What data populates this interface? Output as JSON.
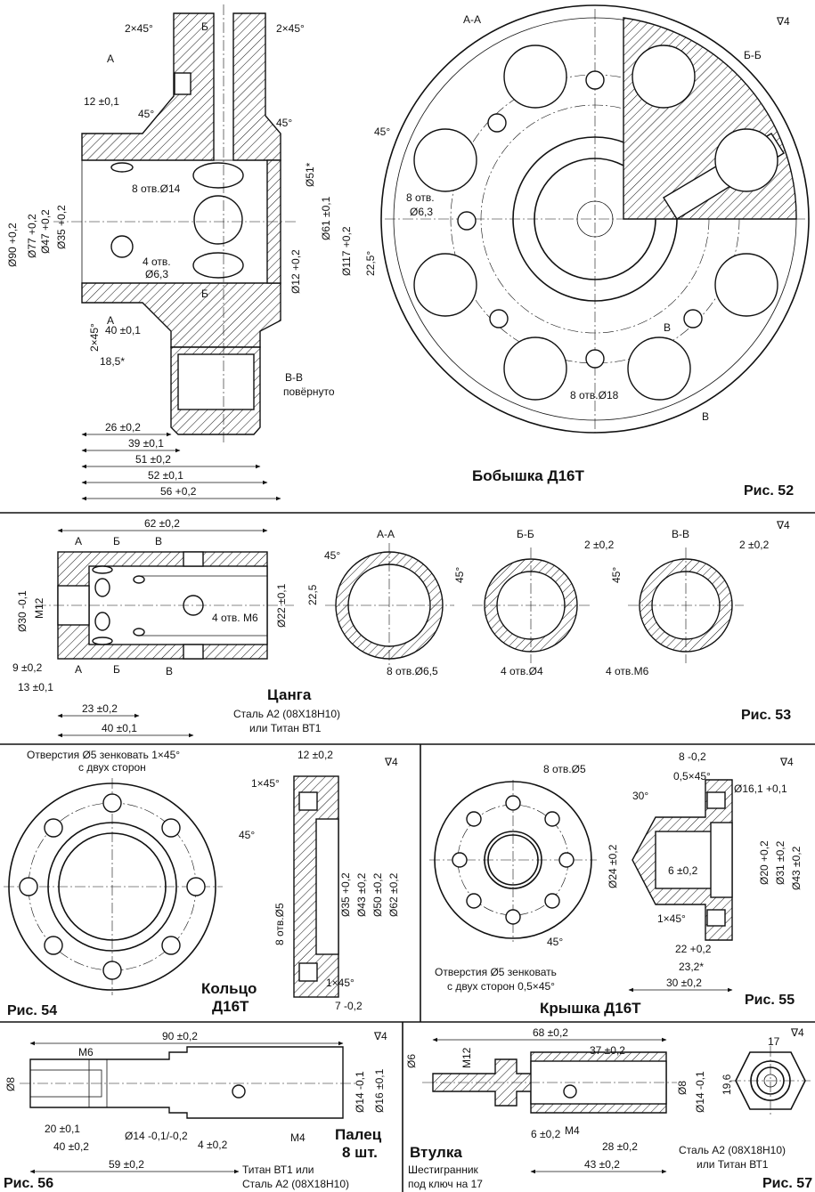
{
  "roughness": "∇4",
  "fig52": {
    "caption": "Рис. 52",
    "title": "Бобышка  Д16Т",
    "dims": {
      "d90": "Ø90 +0,2",
      "d77": "Ø77 +0,2",
      "d47": "Ø47 +0,2",
      "d35": "Ø35 +0,2",
      "d51": "Ø51*",
      "d61": "Ø61 ±0,1",
      "d12": "Ø12 +0,2",
      "d117": "Ø117 +0,2",
      "c1": "2×45°",
      "c2": "2×45°",
      "c3": "2×45°",
      "a45a": "45°",
      "a45b": "45°",
      "l12": "12 ±0,1",
      "l18": "18,5*",
      "l40": "40 ±0,1",
      "l26": "26 ±0,2",
      "l39": "39 ±0,1",
      "l51": "51 ±0,2",
      "l52": "52 ±0,1",
      "l56": "56 +0,2",
      "h8": "8 отв.Ø14",
      "h4a": "4 отв.",
      "h4b": "Ø6,3",
      "h8r1": "8 отв.",
      "h8r2": "Ø6,3",
      "h18": "8 отв.Ø18",
      "ang45": "45°",
      "ang22": "22,5°"
    },
    "sec": {
      "A": "А",
      "B": "Б",
      "V": "В",
      "AA": "А-А",
      "BB": "Б-Б",
      "VV": "В-В",
      "rot": "повёрнуто"
    }
  },
  "fig53": {
    "caption": "Рис. 53",
    "title": "Цанга",
    "material1": "Сталь А2 (08Х18Н10)",
    "material2": "или Титан ВТ1",
    "dims": {
      "l62": "62 ±0,2",
      "d30": "Ø30 -0,1",
      "m12": "М12",
      "d22": "Ø22 ±0,1",
      "h4m6": "4 отв. М6",
      "l9": "9 ±0,2",
      "l13": "13 ±0,1",
      "l23": "23 ±0,2",
      "l40": "40 ±0,1",
      "a45": "45°",
      "a22": "22,5",
      "h8": "8 отв.Ø6,5",
      "h4": "4 отв.Ø4",
      "h4m": "4 отв.М6",
      "s2a": "2 ±0,2",
      "s2b": "2 ±0,2",
      "a45b": "45°",
      "a45c": "45°"
    },
    "sec": {
      "A": "А",
      "B": "Б",
      "V": "В",
      "AA": "А-А",
      "BB": "Б-Б",
      "VV": "В-В"
    }
  },
  "fig54": {
    "caption": "Рис. 54",
    "title1": "Кольцо",
    "title2": "Д16Т",
    "note1": "Отверстия Ø5 зенковать 1×45°",
    "note2": "с двух сторон",
    "dims": {
      "a45": "45°",
      "l12": "12 ±0,2",
      "c1": "1×45°",
      "c2": "1×45°",
      "d35": "Ø35 +0,2",
      "d43": "Ø43 ±0,2",
      "d50": "Ø50 ±0,2",
      "d62": "Ø62 ±0,2",
      "h8": "8 отв.Ø5",
      "l7": "7 -0,2"
    }
  },
  "fig55": {
    "caption": "Рис. 55",
    "title": "Крышка  Д16Т",
    "note1": "Отверстия Ø5 зенковать",
    "note2": "с двух сторон  0,5×45°",
    "dims": {
      "h8": "8 отв.Ø5",
      "a45": "45°",
      "l8": "8 -0,2",
      "c05": "0,5×45°",
      "a30": "30°",
      "d16": "Ø16,1 +0,1",
      "d24": "Ø24 ±0,2",
      "d20": "Ø20 +0,2",
      "d31": "Ø31 ±0,2",
      "d43": "Ø43 ±0,2",
      "l6": "6 ±0,2",
      "c1": "1×45°",
      "l22": "22 +0,2",
      "l23": "23,2*",
      "l30": "30 ±0,2"
    }
  },
  "fig56": {
    "caption": "Рис. 56",
    "title1": "Палец",
    "title2": "8 шт.",
    "material1": "Титан ВТ1 или",
    "material2": "Сталь А2 (08Х18Н10)",
    "dims": {
      "l90": "90 ±0,2",
      "m6": "М6",
      "d8": "Ø8",
      "d14": "Ø14 -0,1",
      "d16": "Ø16 ±0,1",
      "l20": "20 ±0,1",
      "d14b": "Ø14 -0,1/-0,2",
      "l40": "40 ±0,2",
      "l4": "4 ±0,2",
      "m4": "М4",
      "l59": "59 ±0,2"
    }
  },
  "fig57": {
    "caption": "Рис. 57",
    "title": "Втулка",
    "note1": "Шестигранник",
    "note2": "под ключ на 17",
    "material1": "Сталь А2 (08Х18Н10)",
    "material2": "или Титан ВТ1",
    "dims": {
      "l68": "68 ±0,2",
      "l37": "37 ±0,2",
      "d6": "Ø6",
      "m12": "М12",
      "d8": "Ø8",
      "d14": "Ø14 -0,1",
      "l6": "6 ±0,2",
      "m4": "М4",
      "l28": "28 ±0,2",
      "l43": "43 ±0,2",
      "s17": "17",
      "s19": "19,6"
    }
  }
}
